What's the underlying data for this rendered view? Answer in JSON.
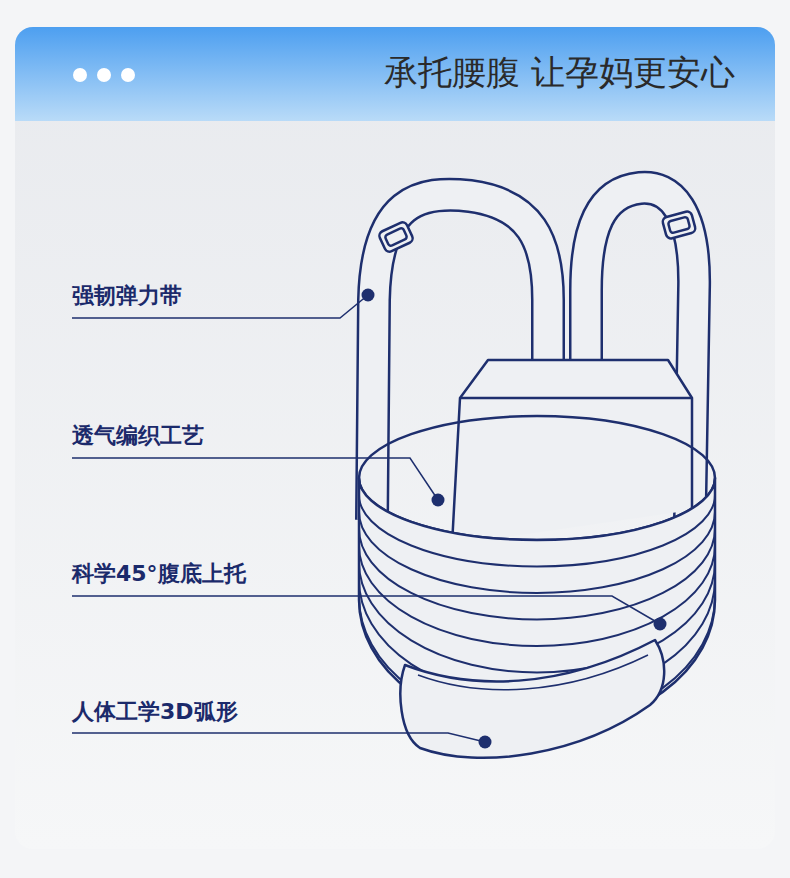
{
  "diagram": {
    "title": "承托腰腹 让孕妈更安心",
    "labels": [
      "强韧弹力带",
      "透气编织工艺",
      "科学45°腹底上托",
      "人体工学3D弧形"
    ]
  }
}
